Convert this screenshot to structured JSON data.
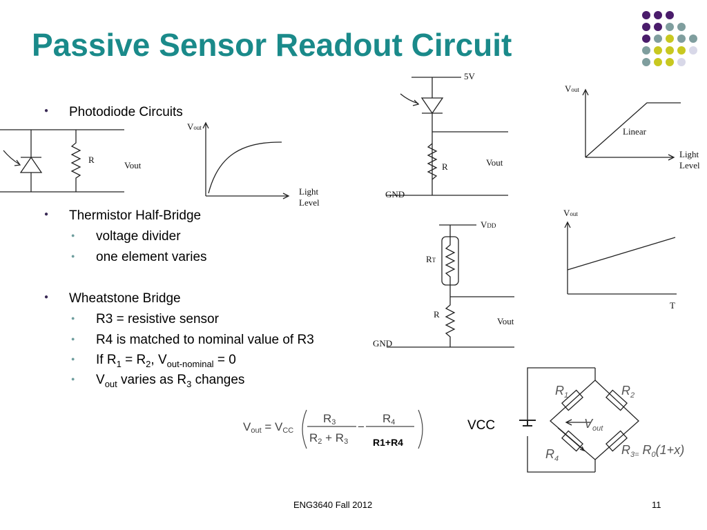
{
  "slide": {
    "title": "Passive Sensor Readout Circuit",
    "footer": "ENG3640 Fall 2012",
    "page_number": "11",
    "colors": {
      "title": "#1a8a8a",
      "dot_purple": "#4a1c6b",
      "dot_gray": "#7f9e9e",
      "dot_yellow": "#c8c820"
    }
  },
  "bullets": {
    "photodiode": "Photodiode Circuits",
    "thermistor": "Thermistor Half-Bridge",
    "thermistor_sub": [
      "voltage divider",
      "one element varies"
    ],
    "wheatstone": "Wheatstone Bridge",
    "ws1": "R3 = resistive sensor",
    "ws2": "R4 is matched to nominal value of R3",
    "ws3": {
      "a": "If R",
      "s1": "1",
      "b": " = R",
      "s2": "2",
      "c": ", V",
      "s3": "out-nominal",
      "d": " = 0"
    },
    "ws4": {
      "a": "V",
      "s1": "out",
      "b": " varies as R",
      "s2": "3",
      "c": " changes"
    }
  },
  "diagrams": {
    "pd1": {
      "r": "R",
      "vout": "Vout"
    },
    "graph1": {
      "v": "V",
      "v_sub": "out",
      "x1": "Light",
      "x2": "Level"
    },
    "pd2": {
      "v5": "5V",
      "r": "R",
      "vout": "Vout",
      "gnd": "GND"
    },
    "graph2": {
      "v": "V",
      "v_sub": "out",
      "linear": "Linear",
      "x1": "Light",
      "x2": "Level"
    },
    "therm": {
      "vdd": "V",
      "vdd_sub": "DD",
      "rt": "R",
      "rt_sub": "T",
      "r": "R",
      "vout": "Vout",
      "gnd": "GND"
    },
    "graph3": {
      "v": "V",
      "v_sub": "out",
      "x": "T"
    },
    "bridge": {
      "vcc": "VCC",
      "r1": "R",
      "r1s": "1",
      "r2": "R",
      "r2s": "2",
      "r4": "R",
      "r4s": "4",
      "vout": "V",
      "vouts": "out",
      "r3": "R",
      "r3s": "3=",
      "r3eq": " R",
      "r3eqs": "0",
      "r3tail": "(1+x)"
    }
  },
  "equation": {
    "lhs": "V",
    "lhs_sub": "out",
    "eq": " = V",
    "cc": "CC",
    "n1": "R",
    "n1s": "3",
    "d1a": "R",
    "d1as": "2",
    "d1b": " + R",
    "d1bs": "3",
    "minus": "−",
    "n2": "R",
    "n2s": "4",
    "d2": "R1+R4"
  }
}
